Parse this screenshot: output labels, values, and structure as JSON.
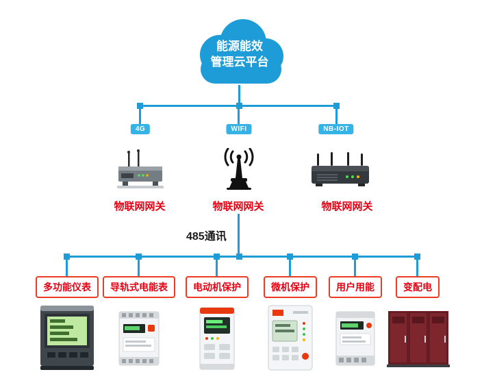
{
  "cloud": {
    "line1": "能源能效",
    "line2": "管理云平台"
  },
  "gateways": [
    {
      "network": "4G",
      "label": "物联网网关"
    },
    {
      "network": "WIFI",
      "label": "物联网网关"
    },
    {
      "network": "NB-IOT",
      "label": "物联网网关"
    }
  ],
  "bus": {
    "label": "485通讯"
  },
  "devices": [
    {
      "label": "多功能仪表"
    },
    {
      "label": "导轨式电能表"
    },
    {
      "label": "电动机保护"
    },
    {
      "label": "微机保护"
    },
    {
      "label": "用户用能"
    },
    {
      "label": "变配电"
    }
  ],
  "colors": {
    "line": "#1e9cd8",
    "badge": "#35b3e6",
    "red": "#e60012",
    "box": "#ea3b23",
    "cloud": "#1e9cd8"
  }
}
